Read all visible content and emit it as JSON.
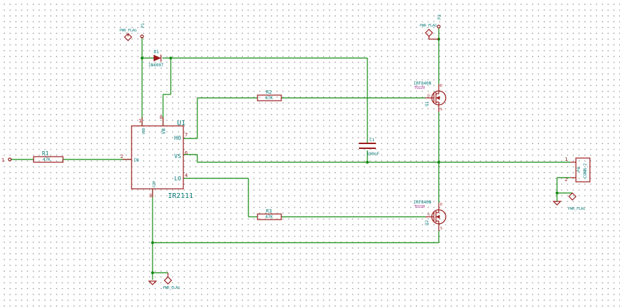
{
  "components": {
    "u1": {
      "ref": "U1",
      "value": "IR2111",
      "pins": {
        "in": "IN",
        "vdd": "VDD",
        "vb": "VB",
        "ho": "HO",
        "vs": "VS",
        "lo": "LO",
        "com": "COM"
      },
      "pin_numbers": {
        "in": "2",
        "vdd": "1",
        "vb": "8",
        "ho": "7",
        "vs": "6",
        "lo": "4",
        "com": "3"
      }
    },
    "r1": {
      "ref": "R1",
      "value": "47K"
    },
    "r2": {
      "ref": "R2",
      "value": "47K"
    },
    "r3": {
      "ref": "R3",
      "value": "47K"
    },
    "c1": {
      "ref": "C1",
      "value": "100nF"
    },
    "d1": {
      "ref": "D1",
      "value": "1N4007"
    },
    "q_top": {
      "ref": "Q1",
      "value": "IRF840N",
      "package": "TO220",
      "pins": {
        "g": "G",
        "d": "D",
        "s": "S"
      }
    },
    "q_bottom": {
      "ref": "Q2",
      "value": "IRF840N",
      "package": "TO220",
      "pins": {
        "g": "G",
        "d": "D",
        "s": "S"
      }
    },
    "p1": {
      "ref": "P1"
    },
    "p3": {
      "ref": "P3"
    },
    "p4": {
      "ref": "P4",
      "value": "CONN_2",
      "pin1": "1",
      "pin2": "2"
    },
    "input_pin": {
      "number": "1"
    }
  },
  "power_flags": [
    "PWR_FLAG",
    "PWR_FLAG",
    "PWR_FLAG",
    "PWR_FLAG"
  ]
}
